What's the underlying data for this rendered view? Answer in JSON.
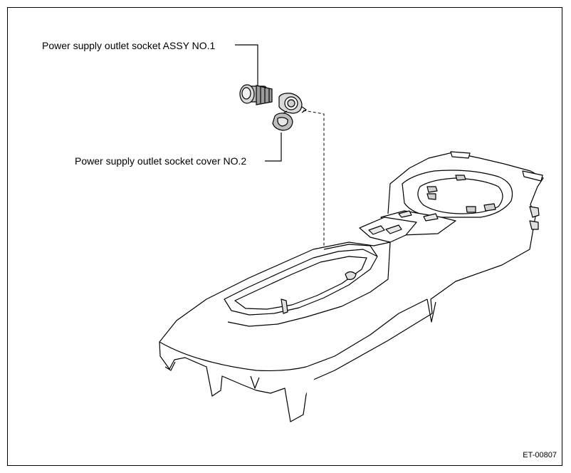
{
  "callouts": {
    "socket_assy": "Power supply outlet socket ASSY NO.1",
    "socket_cover": "Power supply outlet socket cover NO.2"
  },
  "figure_code": "ET-00807"
}
